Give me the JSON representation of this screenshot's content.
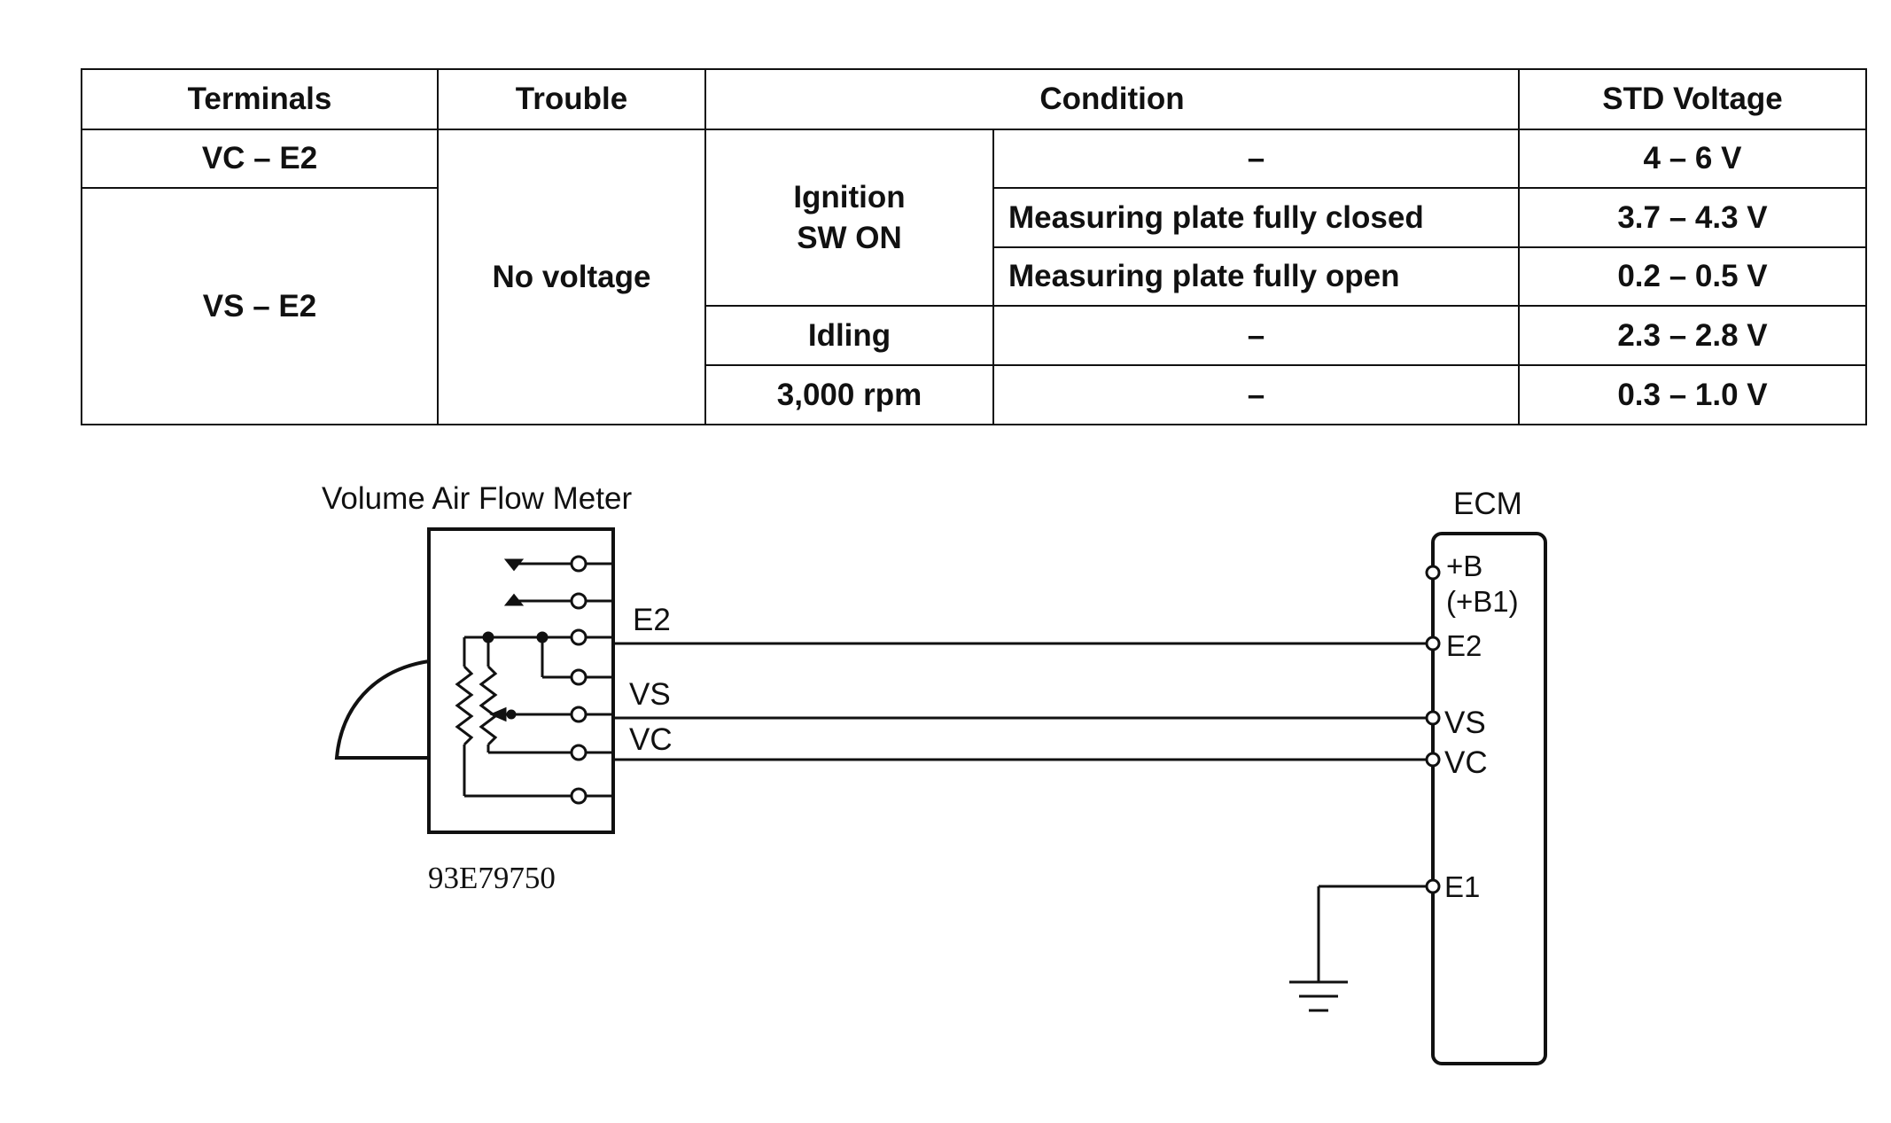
{
  "table": {
    "headers": {
      "terminals": "Terminals",
      "trouble": "Trouble",
      "condition": "Condition",
      "std_voltage": "STD Voltage"
    },
    "terminals": [
      "VC – E2",
      "VS – E2"
    ],
    "trouble": "No voltage",
    "conditions": {
      "ignition": [
        "Ignition",
        "SW ON"
      ],
      "idling": "Idling",
      "rpm": "3,000 rpm",
      "dash": "–",
      "plate_closed": "Measuring plate fully closed",
      "plate_open": "Measuring plate fully open"
    },
    "voltages": [
      "4 – 6 V",
      "3.7 – 4.3 V",
      "0.2 – 0.5 V",
      "2.3 – 2.8 V",
      "0.3 – 1.0 V"
    ]
  },
  "diagram": {
    "meter_title": "Volume Air Flow Meter",
    "ecm_title": "ECM",
    "wires": {
      "e2": "E2",
      "vs": "VS",
      "vc": "VC"
    },
    "ecm_terminals": {
      "b": "+B",
      "b1": "(+B1)",
      "e2": "E2",
      "vs": "VS",
      "vc": "VC",
      "e1": "E1"
    },
    "reference_code": "93E79750"
  }
}
